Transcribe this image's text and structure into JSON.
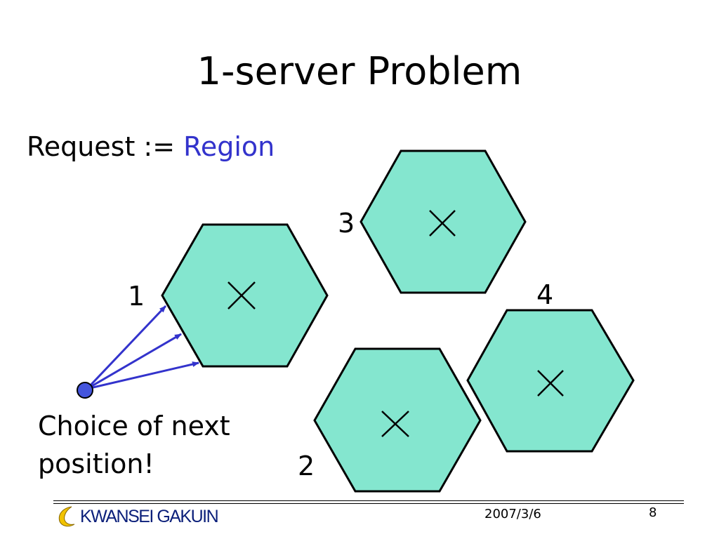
{
  "slide": {
    "title": "1-server Problem",
    "request_prefix": "Request := ",
    "request_highlight": "Region",
    "caption_line1": "Choice of next",
    "caption_line2": "position!",
    "colors": {
      "hexagon_fill": "#84e6cf",
      "highlight_text": "#3333cc",
      "arrow": "#3333cc",
      "dot": "#4455dd"
    }
  },
  "regions": [
    {
      "label": "1"
    },
    {
      "label": "2"
    },
    {
      "label": "3"
    },
    {
      "label": "4"
    }
  ],
  "footer": {
    "logo_text": "KWANSEI GAKUIN",
    "logo_icon": "crescent-moon-icon",
    "date": "2007/3/6",
    "page_number": "8"
  }
}
